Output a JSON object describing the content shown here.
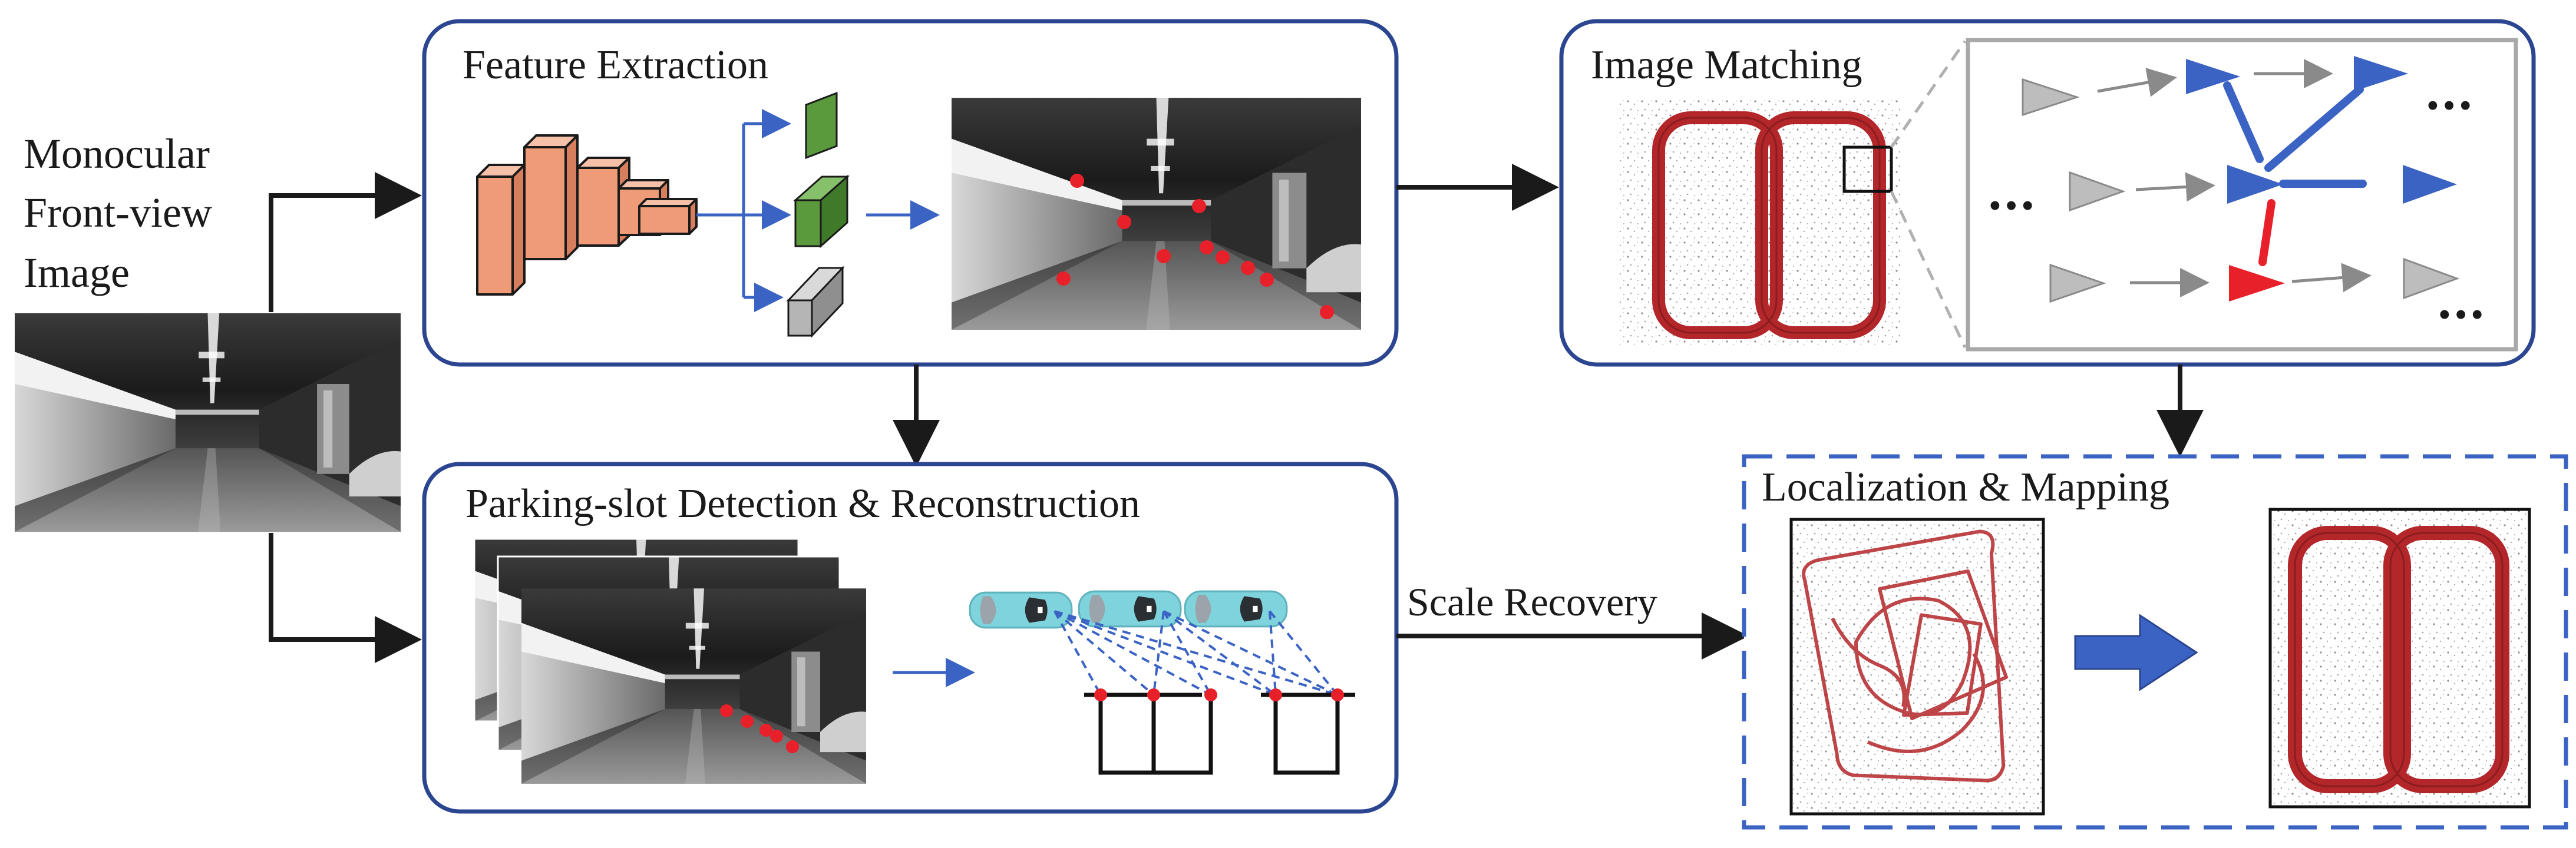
{
  "input": {
    "lines": [
      "Monocular",
      "Front-view",
      "Image"
    ]
  },
  "modules": {
    "feature_extraction": {
      "title": "Feature Extraction"
    },
    "parking_slot": {
      "title": "Parking-slot Detection & Reconstruction"
    },
    "image_matching": {
      "title": "Image Matching"
    },
    "localization": {
      "title": "Localization & Mapping"
    }
  },
  "edges": {
    "scale_recovery": "Scale Recovery"
  },
  "graph": {
    "ellipsis": "•••"
  },
  "colors": {
    "frame_blue": "#2b4590",
    "arrow_blue": "#3a63c4",
    "feature_red": "#e8202a",
    "trajectory_red": "#b3262a",
    "cnn_orange": "#ef9b78",
    "green_vec": "#5a9a3c",
    "grey_vec": "#b5b5b5",
    "node_grey": "#bdbdbd",
    "car_cyan": "#7fd3dc"
  }
}
